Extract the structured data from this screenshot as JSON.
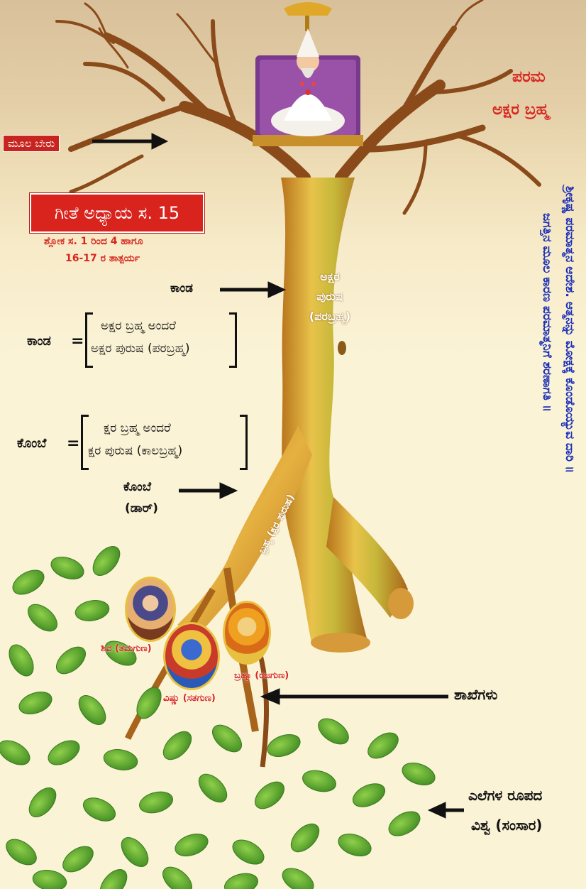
{
  "root_label": "ಮೂಲ ಬೇರು",
  "param_line1": "ಪರಮ",
  "param_line2": "ಅಕ್ಷರ ಬ್ರಹ್ಮ",
  "title": "ಗೀತೆ ಅಧ್ಯಾಯ ಸ. 15",
  "subtitle_line1": "ಶ್ಲೋಕ ಸ. 1 ರಿಂದ 4 ಹಾಗೂ",
  "subtitle_line2": "16-17 ರ ತಾತ್ಪರ್ಯ",
  "trunk_arrow_label": "ಕಾಂಡ",
  "trunk_def": {
    "term": "ಕಾಂಡ",
    "line1": "ಅಕ್ಷರ ಬ್ರಹ್ಮ ಅಂದರೆ",
    "line2": "ಅಕ್ಷರ ಪುರುಷ (ಪರಬ್ರಹ್ಮ)"
  },
  "branch_def": {
    "term": "ಕೊಂಬೆ",
    "line1": "ಕ್ಷರ ಬ್ರಹ್ಮ ಅಂದರೆ",
    "line2": "ಕ್ಷರ ಪುರುಷ (ಕಾಲಬ್ರಹ್ಮ)"
  },
  "branch_arrow_label1": "ಕೊಂಬೆ",
  "branch_arrow_label2": "(ಡಾರ್)",
  "trunk_text": [
    "ಅಕ್ಷರ",
    "ಪುರುಷ",
    "(ಪರಬ್ರಹ್ಮ)"
  ],
  "branch_text": "ಬ್ರಹ್ಮ (ಕ್ಷರ ಪುರುಷ)",
  "deities": [
    {
      "label": "ಶಿವ (ತಮಗುಣ)"
    },
    {
      "label": "ವಿಷ್ಣು (ಸತಗುಣ)"
    },
    {
      "label": "ಬ್ರಹ್ಮಾ (ರಜಗುಣ)"
    }
  ],
  "branches_label": "ಶಾಖೆಗಳು",
  "leaves_line1": "ಎಲೆಗಳ ರೂಪದ",
  "leaves_line2": "ವಿಶ್ವ (ಸಂಸಾರ)",
  "vertical_line1": "ಶ್ರೀಕೃಷ್ಣ ಪರಮಾತ್ಮನ ಆದೇಶ. ಆತ್ಮನನ್ನು ಮೋಕ್ಷಕ್ಕೆ ಕೊಂಡೊಯ್ಯುವ ದಾರಿ ॥",
  "vertical_line2": "ಜಗತ್ತಿನ ಮೂಲ ಕಾರಣ ಪರಮಾತ್ಮನಿಗೆ ಶರಣಾಗತಿ ॥",
  "colors": {
    "red": "#d8261f",
    "blue": "#1b2fb8",
    "trunk": "#d9a52a",
    "leaf": "#5fa832"
  }
}
